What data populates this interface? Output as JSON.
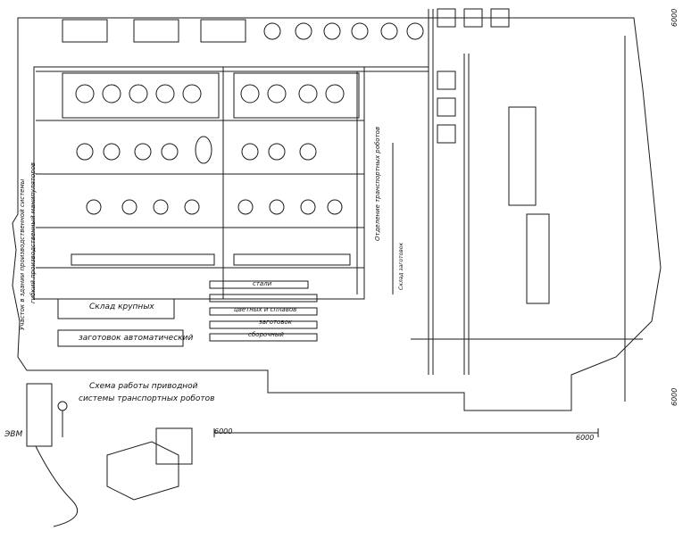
{
  "labels": {
    "warehouse_large": "Склад крупных",
    "blanks_auto": "заготовок автоматический",
    "robot_scheme_line1": "Схема работы приводной",
    "robot_scheme_line2": "системы транспортных роботов",
    "computer": "ЭВМ",
    "storage_steel": "стали",
    "storage_nonferrous": "цветных и сплавов",
    "storage_blanks": "заготовок",
    "storage_assembly": "сборочный",
    "section_left": "Участок в здании производственной системы",
    "section_left2": "гибкий производственный манипуляторов",
    "transport_node": "Отделение транспортных роботов",
    "transport_small": "Склад заготовок",
    "dim_6000": "6000"
  },
  "colors": {
    "ink": "#1a1a1a",
    "paper": "#ffffff"
  }
}
